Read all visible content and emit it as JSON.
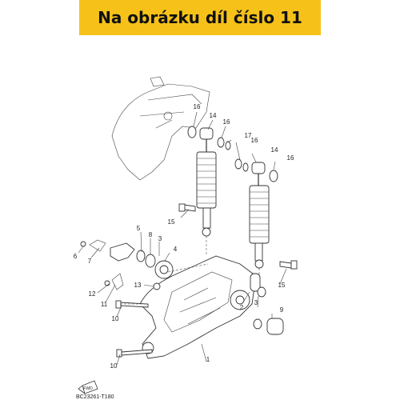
{
  "banner": {
    "text": "Na obrázku díl číslo 11",
    "color": "#f6c21a"
  },
  "diagram": {
    "callouts": [
      "16",
      "14",
      "16",
      "17",
      "16",
      "14",
      "16",
      "15",
      "5",
      "8",
      "3",
      "4",
      "6",
      "7",
      "12",
      "13",
      "11",
      "10",
      "2",
      "3",
      "9",
      "1",
      "10",
      "15"
    ],
    "fwd_icon": "FWD",
    "code": "BC23261-T180"
  }
}
